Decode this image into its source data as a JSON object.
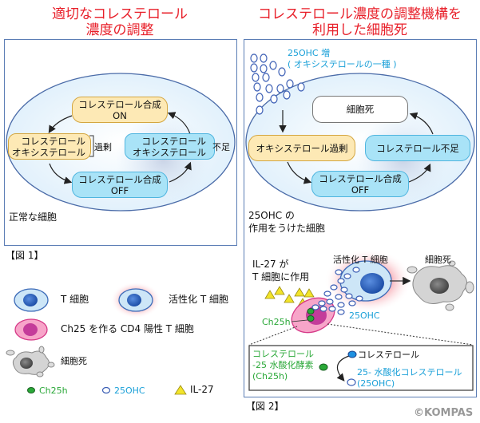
{
  "figure1": {
    "title_line1": "適切なコレステロール",
    "title_line2": "濃度の調整",
    "box_on_line1": "コレステロール合成",
    "box_on_line2": "ON",
    "box_excess_line1": "コレステロール",
    "box_excess_line2": "オキシステロール",
    "excess_label": "過剰",
    "box_deficit_line1": "コレステロール",
    "box_deficit_line2": "オキシステロール",
    "deficit_label": "不足",
    "box_off_line1": "コレステロール合成",
    "box_off_line2": "OFF",
    "cell_label": "正常な細胞",
    "caption": "【図 1】"
  },
  "figure2": {
    "title_line1": "コレステロール濃度の調整機構を",
    "title_line2": "利用した細胞死",
    "oh_increase_line1": "25OHC 増",
    "oh_increase_line2": "( オキシステロールの一種 )",
    "box_death": "細胞死",
    "box_oxy_excess": "オキシステロール過剰",
    "box_chol_deficit": "コレステロール不足",
    "box_off_line1": "コレステロール合成",
    "box_off_line2": "OFF",
    "cell_label_line1": "25OHC の",
    "cell_label_line2": "作用をうけた細胞",
    "il27_label_line1": "IL-27 が",
    "il27_label_line2": "T 細胞に作用",
    "activated_label": "活性化 T 細胞",
    "death_label": "細胞死",
    "oh_label": "25OHC",
    "ch25h_label": "Ch25h",
    "enzyme_line1": "コレステロール",
    "enzyme_line2": "-25 水酸化酵素",
    "enzyme_line3": "(Ch25h)",
    "cholesterol": "コレステロール",
    "hydroxy_line1": "25- 水酸化コレステロール",
    "hydroxy_line2": "(25OHC)",
    "caption": "【図 2】"
  },
  "legend": {
    "t_cell": "T 細胞",
    "activated_t_cell": "活性化 T 細胞",
    "cd4_cell": "Ch25 を作る CD4 陽性 T 細胞",
    "cell_death": "細胞死",
    "ch25h": "Ch25h",
    "oh25": "25OHC",
    "il27": "IL-27"
  },
  "copyright": "©KOMPAS",
  "colors": {
    "title_red": "#e8202a",
    "panel_border": "#5b7db5",
    "yellow_box": "#fde9b5",
    "blue_box": "#a9e3f7",
    "cyan_text": "#1aa0d8",
    "green_text": "#2aa838"
  }
}
